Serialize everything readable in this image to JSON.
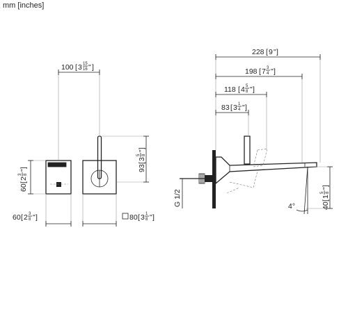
{
  "units_label": "mm [inches]",
  "front": {
    "width_top": {
      "mm": "100",
      "in": "3",
      "num": "15",
      "den": "16",
      "q": "\""
    },
    "height_right": {
      "mm": "93",
      "in": "3",
      "num": "5",
      "den": "8",
      "q": "\""
    },
    "height_left": {
      "mm": "60",
      "in": "2",
      "num": "3",
      "den": "8",
      "q": "\""
    },
    "width_left": {
      "mm": "60",
      "in": "2",
      "num": "3",
      "den": "8",
      "q": "\""
    },
    "plate": {
      "square_symbol": "□",
      "mm": "80",
      "in": "3",
      "num": "1",
      "den": "8",
      "q": "\""
    }
  },
  "side": {
    "dim_228": {
      "mm": "228",
      "in": "9",
      "q": "\""
    },
    "dim_198": {
      "mm": "198",
      "in": "7",
      "num": "3",
      "den": "4",
      "q": "\""
    },
    "dim_118": {
      "mm": "118",
      "in": "4",
      "num": "5",
      "den": "8",
      "q": "\""
    },
    "dim_83": {
      "mm": "83",
      "in": "3",
      "num": "1",
      "den": "4",
      "q": "\""
    },
    "dim_40": {
      "mm": "40",
      "in": "1",
      "num": "5",
      "den": "8",
      "q": "\""
    },
    "thread": "G 1/2",
    "angle": "4°"
  }
}
